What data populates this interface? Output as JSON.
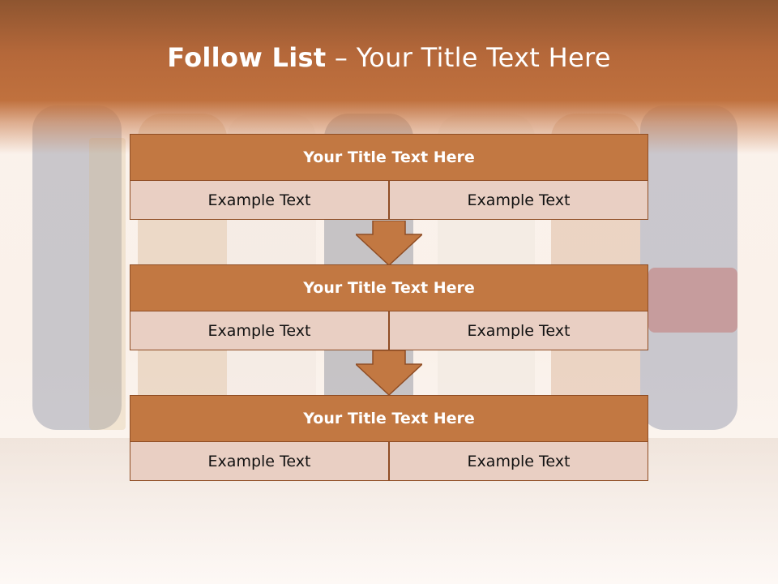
{
  "slide": {
    "title_bold": "Follow List",
    "title_rest": " – Your Title Text Here"
  },
  "blocks": [
    {
      "title": "Your Title Text Here",
      "left": "Example Text",
      "right": "Example Text"
    },
    {
      "title": "Your Title Text Here",
      "left": "Example Text",
      "right": "Example Text"
    },
    {
      "title": "Your Title Text Here",
      "left": "Example Text",
      "right": "Example Text"
    }
  ],
  "colors": {
    "header": "#b5683a",
    "title_box": "#c27842",
    "cell": "#e9cfc3",
    "border": "#8f4d24"
  }
}
